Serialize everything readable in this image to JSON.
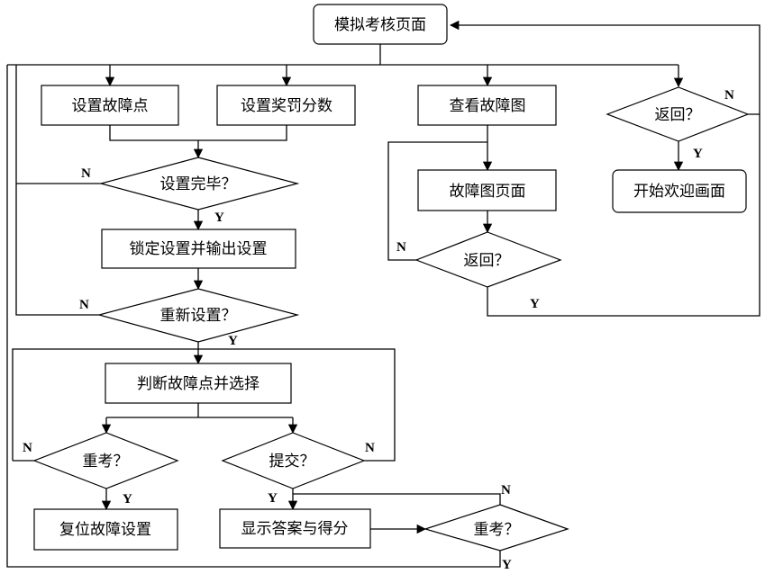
{
  "nodes": {
    "start": "模拟考核页面",
    "set_fault": "设置故障点",
    "set_score": "设置奖罚分数",
    "view_fault": "查看故障图",
    "return_top": "返回？",
    "set_done": "设置完毕？",
    "fault_page": "故障图页面",
    "welcome": "开始欢迎画面",
    "lock_output": "锁定设置并输出设置",
    "return_mid": "返回？",
    "reset": "重新设置？",
    "judge": "判断故障点并选择",
    "retest_left": "重考？",
    "submit": "提交？",
    "reset_fault": "复位故障设置",
    "show_answer": "显示答案与得分",
    "retest_right": "重考？"
  },
  "branch_labels": {
    "yes": "Y",
    "no": "N"
  }
}
